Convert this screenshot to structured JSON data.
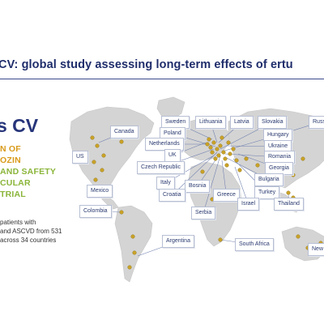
{
  "slide": {
    "title": "CV: global study assessing long-term effects of ertu",
    "logo": "s CV",
    "subtitle_lines": [
      {
        "text": "N OF",
        "color": "#d99a1a"
      },
      {
        "text": "OZIN",
        "color": "#d99a1a"
      },
      {
        "text": "AND SAFETY",
        "color": "#8bb53a"
      },
      {
        "text": "CULAR",
        "color": "#8bb53a"
      },
      {
        "text": "TRIAL",
        "color": "#8bb53a"
      }
    ],
    "description": [
      "patients with",
      "and ASCVD from 531",
      "across 34 countries"
    ]
  },
  "map": {
    "marker_color": "#c9a227",
    "countries": [
      "Canada",
      "US",
      "Mexico",
      "Colombia",
      "Argentina",
      "Sweden",
      "Lithuania",
      "Latvia",
      "Slovakia",
      "Russ",
      "Poland",
      "Hungary",
      "Netherlands",
      "Ukraine",
      "UK",
      "Romania",
      "Czech Republic",
      "Georgia",
      "Italy",
      "Bulgaria",
      "Bosnia",
      "Croatia",
      "Turkey",
      "Greece",
      "Israel",
      "Thailand",
      "Serbia",
      "South Africa",
      "New"
    ]
  }
}
